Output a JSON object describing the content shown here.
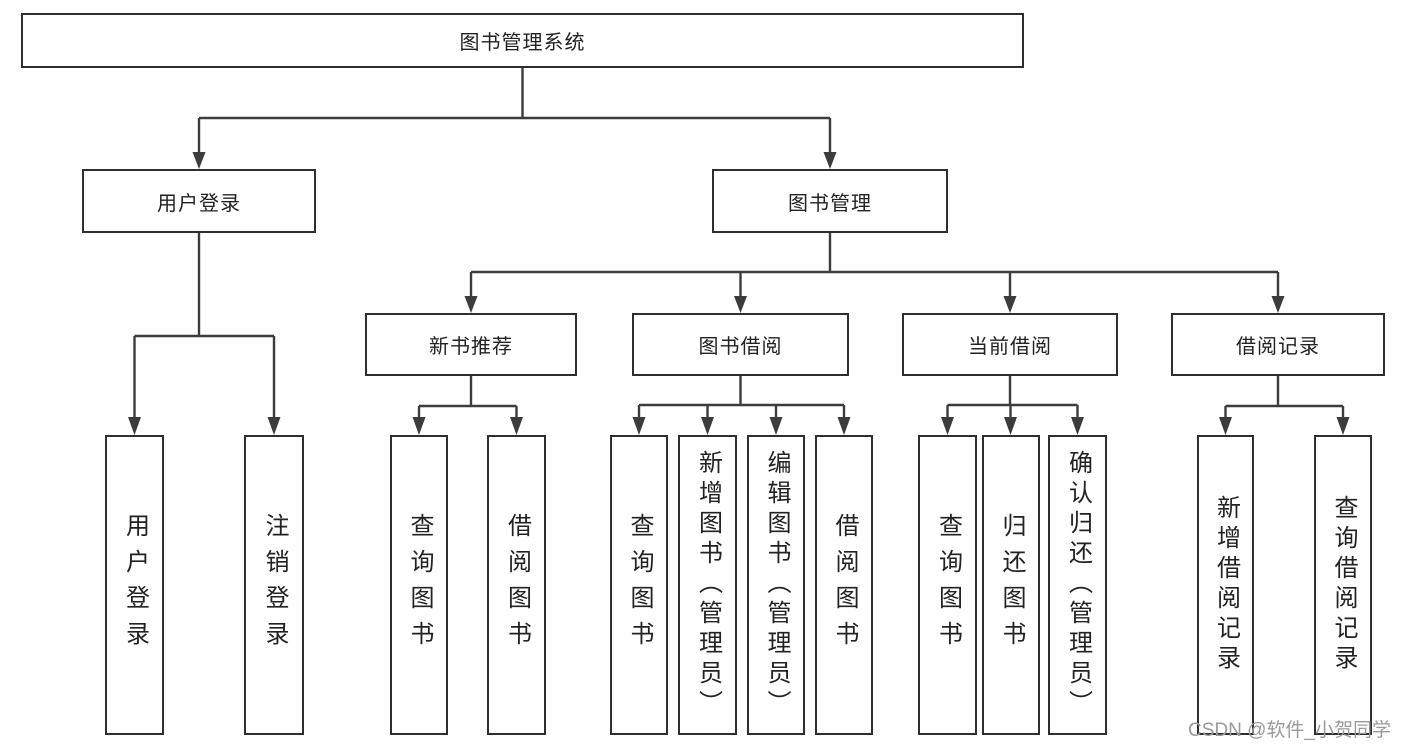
{
  "diagram": {
    "colors": {
      "line": "#3c3c3c",
      "border": "#2e2e2e",
      "text": "#222222",
      "watermark": "#9a9a9a",
      "background": "#ffffff"
    },
    "root": {
      "label": "图书管理系统"
    },
    "branches": [
      {
        "id": "user-login",
        "label": "用户登录",
        "children": [
          {
            "label": "用户登录"
          },
          {
            "label": "注销登录"
          }
        ]
      },
      {
        "id": "book-management",
        "label": "图书管理",
        "children": [
          {
            "label": "新书推荐",
            "children": [
              {
                "label": "查询图书"
              },
              {
                "label": "借阅图书"
              }
            ]
          },
          {
            "label": "图书借阅",
            "children": [
              {
                "label": "查询图书"
              },
              {
                "label": "新增图书（管理员）"
              },
              {
                "label": "编辑图书（管理员）"
              },
              {
                "label": "借阅图书"
              }
            ]
          },
          {
            "label": "当前借阅",
            "children": [
              {
                "label": "查询图书"
              },
              {
                "label": "归还图书"
              },
              {
                "label": "确认归还（管理员）"
              }
            ]
          },
          {
            "label": "借阅记录",
            "children": [
              {
                "label": "新增借阅记录"
              },
              {
                "label": "查询借阅记录"
              }
            ]
          }
        ]
      }
    ],
    "watermark": "CSDN @软件_小贺同学"
  }
}
